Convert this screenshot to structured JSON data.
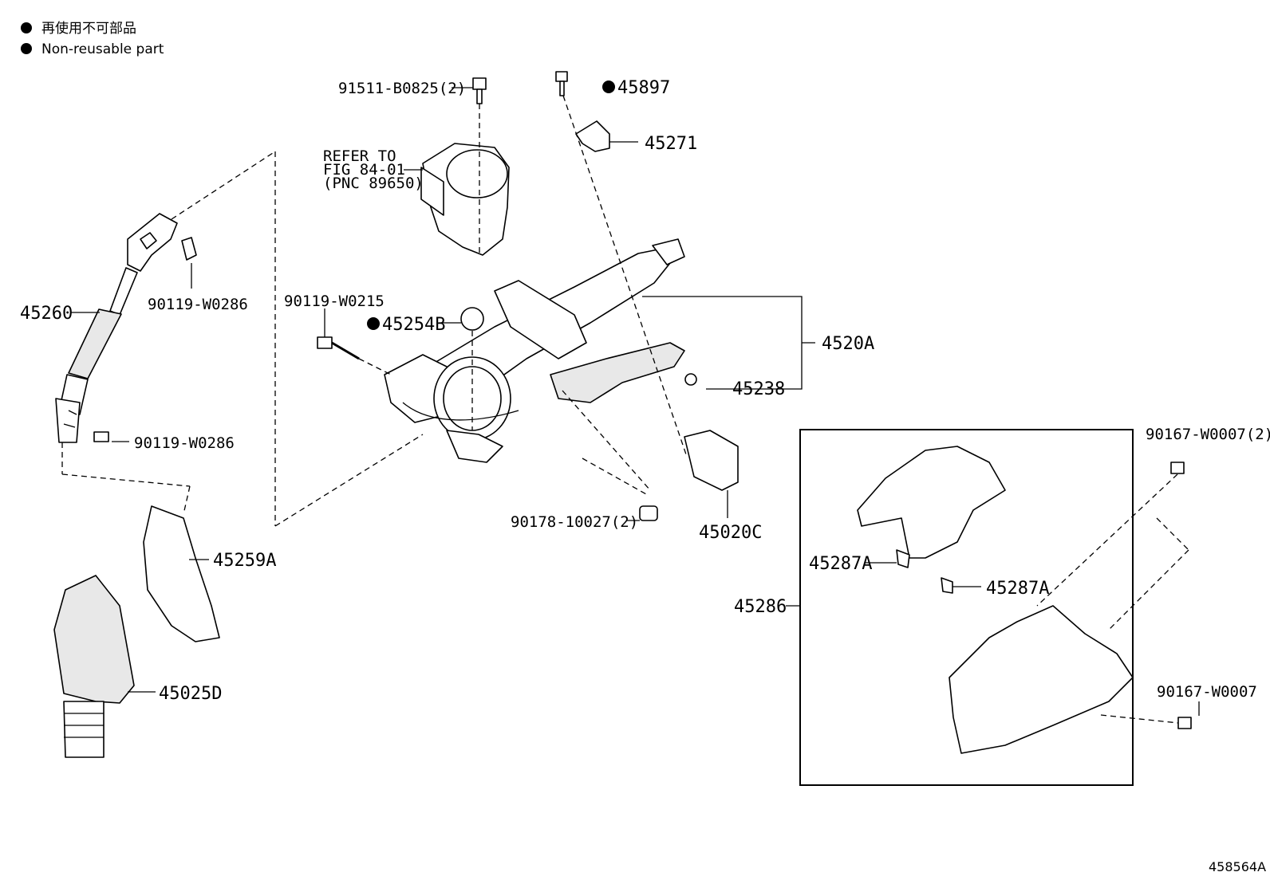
{
  "legend": {
    "japanese": "再使用不可部品",
    "english": "Non-reusable part"
  },
  "figure_id": "458564A",
  "refer_note": {
    "line1": "REFER TO",
    "line2": "FIG 84-01",
    "line3": "(PNC 89650)"
  },
  "callouts": {
    "p91511": "91511-B0825(2)",
    "p45897": "45897",
    "p45271": "45271",
    "p90119_top": "90119-W0286",
    "p45260": "45260",
    "p90119_w0215": "90119-W0215",
    "p45254b": "45254B",
    "p4520a": "4520A",
    "p45238": "45238",
    "p90119_bottom": "90119-W0286",
    "p90178": "90178-10027(2)",
    "p45020c": "45020C",
    "p45259a": "45259A",
    "p45025d": "45025D",
    "p90167_2": "90167-W0007(2)",
    "p45287a_left": "45287A",
    "p45287a_right": "45287A",
    "p45286": "45286",
    "p90167": "90167-W0007"
  }
}
